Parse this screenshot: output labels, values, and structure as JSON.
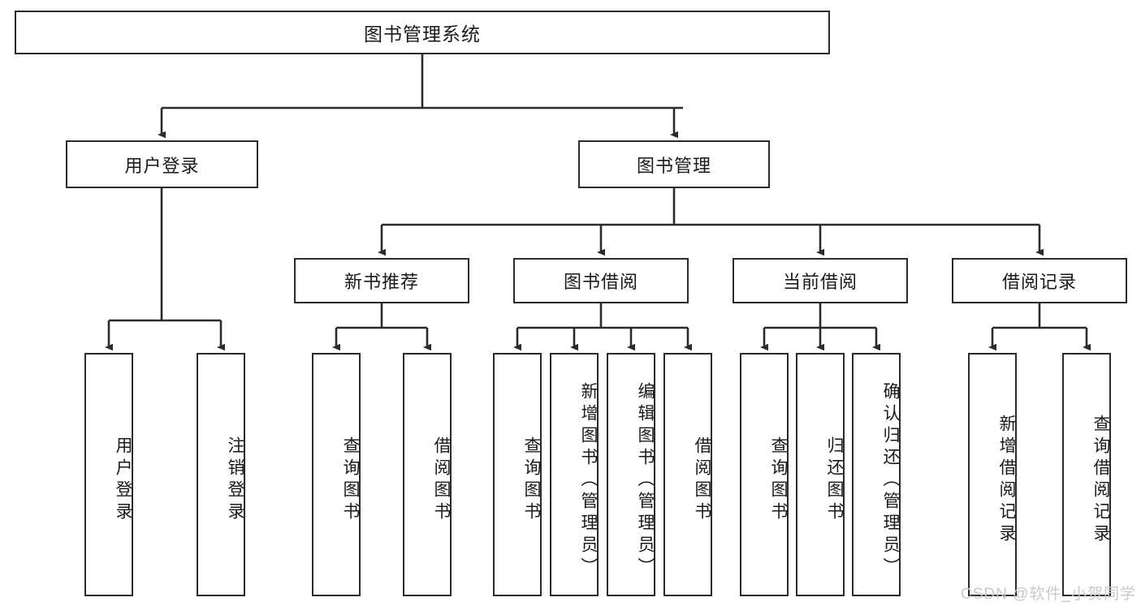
{
  "diagram": {
    "title": "图书管理系统",
    "watermark": "CSDN @软件_小贺同学",
    "colors": {
      "box_border": "#2b2b2b",
      "box_fill": "#ffffff",
      "edge": "#2b2b2b",
      "text": "#1a1a1a",
      "watermark": "#c9c9c9"
    },
    "root": {
      "label": "图书管理系统"
    },
    "level2": [
      {
        "label": "用户登录"
      },
      {
        "label": "图书管理"
      }
    ],
    "level3": [
      {
        "label": "新书推荐"
      },
      {
        "label": "图书借阅"
      },
      {
        "label": "当前借阅"
      },
      {
        "label": "借阅记录"
      }
    ],
    "leaves": {
      "user_login": [
        {
          "label": "用户登录"
        },
        {
          "label": "注销登录"
        }
      ],
      "new_book_recommend": [
        {
          "label": "查询图书"
        },
        {
          "label": "借阅图书"
        }
      ],
      "book_borrow": [
        {
          "label": "查询图书"
        },
        {
          "label": "新增图书（管理员）"
        },
        {
          "label": "编辑图书（管理员）"
        },
        {
          "label": "借阅图书"
        }
      ],
      "current_borrow": [
        {
          "label": "查询图书"
        },
        {
          "label": "归还图书"
        },
        {
          "label": "确认归还（管理员）"
        }
      ],
      "borrow_records": [
        {
          "label": "新增借阅记录"
        },
        {
          "label": "查询借阅记录"
        }
      ]
    }
  }
}
